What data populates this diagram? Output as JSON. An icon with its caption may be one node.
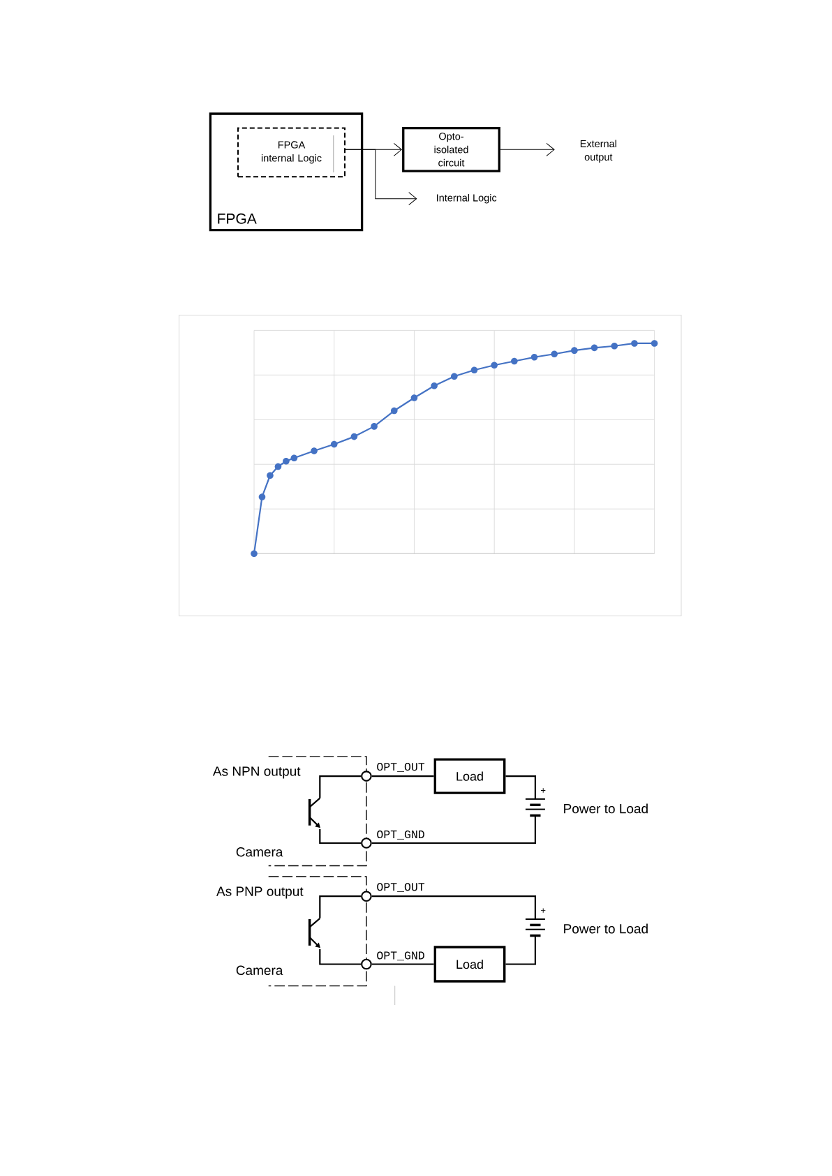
{
  "diagram": {
    "nodes": [
      {
        "text": [
          "FPGA"
        ]
      },
      {
        "text": [
          "FPGA internal Logic"
        ],
        "in": 0
      },
      {
        "text": [
          "Opto- isolated circuit"
        ]
      },
      {
        "text": [
          "External output"
        ]
      },
      {
        "text": [
          "Internal Logic"
        ]
      },
      {
        "text": [],
        "shape": "circle",
        "beside": [
          "OPT_OUT"
        ]
      },
      {
        "text": [
          "Load"
        ]
      },
      {
        "text": [],
        "shape": "battery",
        "beside": [
          "+",
          "Power to Load"
        ]
      },
      {
        "text": [],
        "shape": "transistor"
      },
      {
        "text": [],
        "shape": "circle",
        "beside": [
          "OPT_GND"
        ]
      },
      {
        "text": [],
        "shape": "circle",
        "beside": [
          "OPT_OUT"
        ]
      },
      {
        "text": [],
        "shape": "battery",
        "beside": [
          "+",
          "Power to Load"
        ]
      },
      {
        "text": [],
        "shape": "transistor"
      },
      {
        "text": [],
        "shape": "circle",
        "beside": [
          "OPT_GND"
        ]
      },
      {
        "text": [
          "Load"
        ]
      }
    ],
    "edges": [
      {
        "from": 1,
        "to": 2,
        "arrow": "to"
      },
      {
        "from": 1,
        "to": 4,
        "arrow": "to"
      },
      {
        "from": 2,
        "to": 3,
        "arrow": "to"
      },
      {
        "from": 8,
        "to": 5,
        "arrow": "none"
      },
      {
        "from": 5,
        "to": 6,
        "arrow": "none"
      },
      {
        "from": 6,
        "to": 7,
        "arrow": "none"
      },
      {
        "from": 7,
        "to": 9,
        "arrow": "none"
      },
      {
        "from": 9,
        "to": 8,
        "arrow": "none"
      },
      {
        "from": 12,
        "to": 10,
        "arrow": "none"
      },
      {
        "from": 10,
        "to": 11,
        "arrow": "none"
      },
      {
        "from": 11,
        "to": 14,
        "arrow": "none"
      },
      {
        "from": 14,
        "to": 13,
        "arrow": "none"
      },
      {
        "from": 13,
        "to": 12,
        "arrow": "none"
      }
    ],
    "labels": [
      "As NPN output",
      "Camera",
      "As PNP output",
      "Camera"
    ]
  }
}
